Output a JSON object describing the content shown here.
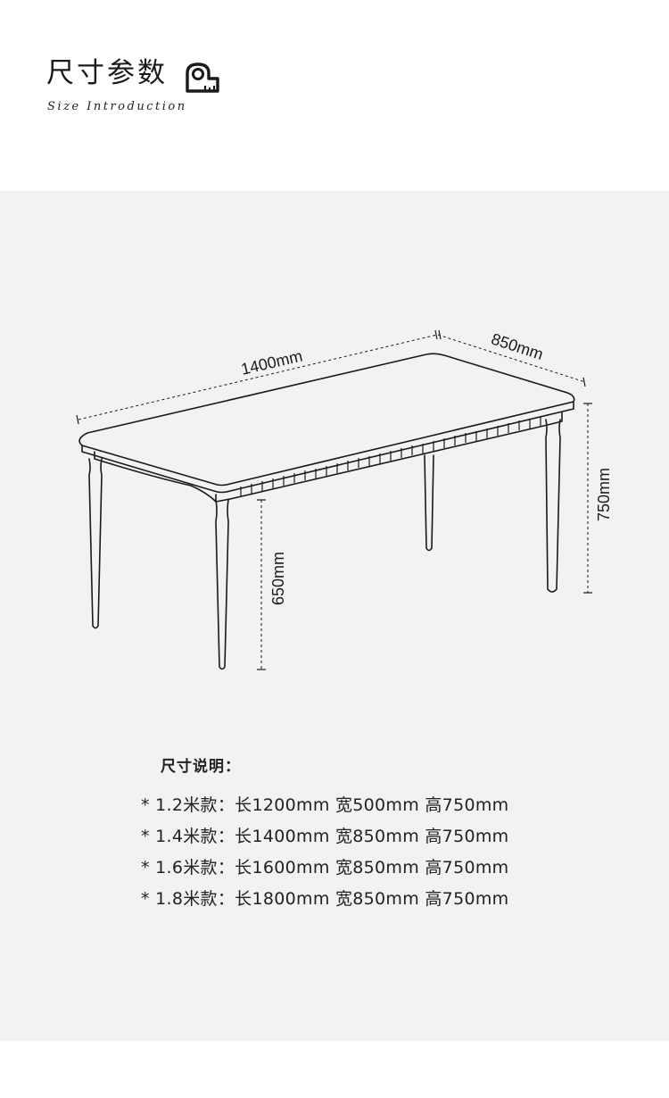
{
  "header": {
    "title": "尺寸参数",
    "subtitle": "Size Introduction",
    "icon": "tape-measure-icon"
  },
  "drawing": {
    "length_label": "1400mm",
    "width_label": "850mm",
    "height_label": "750mm",
    "leg_height_label": "650mm"
  },
  "spec": {
    "title": "尺寸说明：",
    "items": [
      "* 1.2米款：长1200mm 宽500mm 高750mm",
      "* 1.4米款：长1400mm 宽850mm 高750mm",
      "* 1.6米款：长1600mm 宽850mm 高750mm",
      "* 1.8米款：长1800mm 宽850mm 高750mm"
    ]
  },
  "colors": {
    "panel_background": "#f2f2f2",
    "line": "#1a1a1a"
  }
}
